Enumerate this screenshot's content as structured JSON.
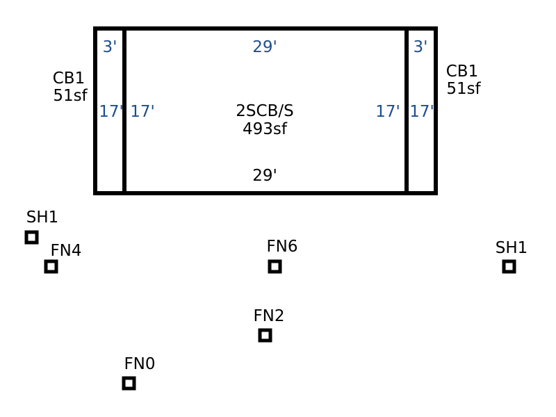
{
  "colors": {
    "outline": "#000000",
    "dimension_text": "#1f4e8c",
    "label_text": "#000000",
    "background": "#ffffff"
  },
  "areas": {
    "left_bay": {
      "name": "CB1",
      "area": "51sf",
      "top_dim": "3'",
      "side_dim": "17'"
    },
    "main": {
      "name": "2SCB/S",
      "area": "493sf",
      "top_dim": "29'",
      "bottom_dim": "29'",
      "left_dim": "17'",
      "right_dim": "17'"
    },
    "right_bay": {
      "name": "CB1",
      "area": "51sf",
      "top_dim": "3'",
      "side_dim": "17'"
    }
  },
  "markers": [
    {
      "label": "SH1"
    },
    {
      "label": "FN4"
    },
    {
      "label": "FN6"
    },
    {
      "label": "SH1"
    },
    {
      "label": "FN2"
    },
    {
      "label": "FN0"
    }
  ]
}
